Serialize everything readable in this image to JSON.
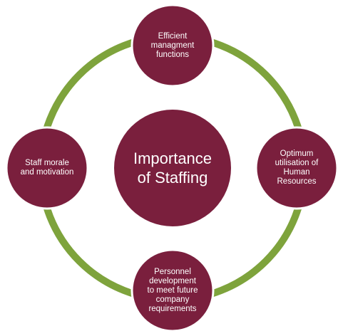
{
  "colors": {
    "ring": "#7ea33c",
    "node": "#7a1f3d",
    "text": "#ffffff"
  },
  "center": {
    "label": "Importance\nof Staffing"
  },
  "nodes": {
    "top": "Efficient\nmanagment\nfunctions",
    "right": "Optimum\nutilisation of\nHuman\nResources",
    "bottom": "Personnel\ndevelopment\nto meet future\ncompany\nrequirements",
    "left": "Staff morale\nand motivation"
  }
}
